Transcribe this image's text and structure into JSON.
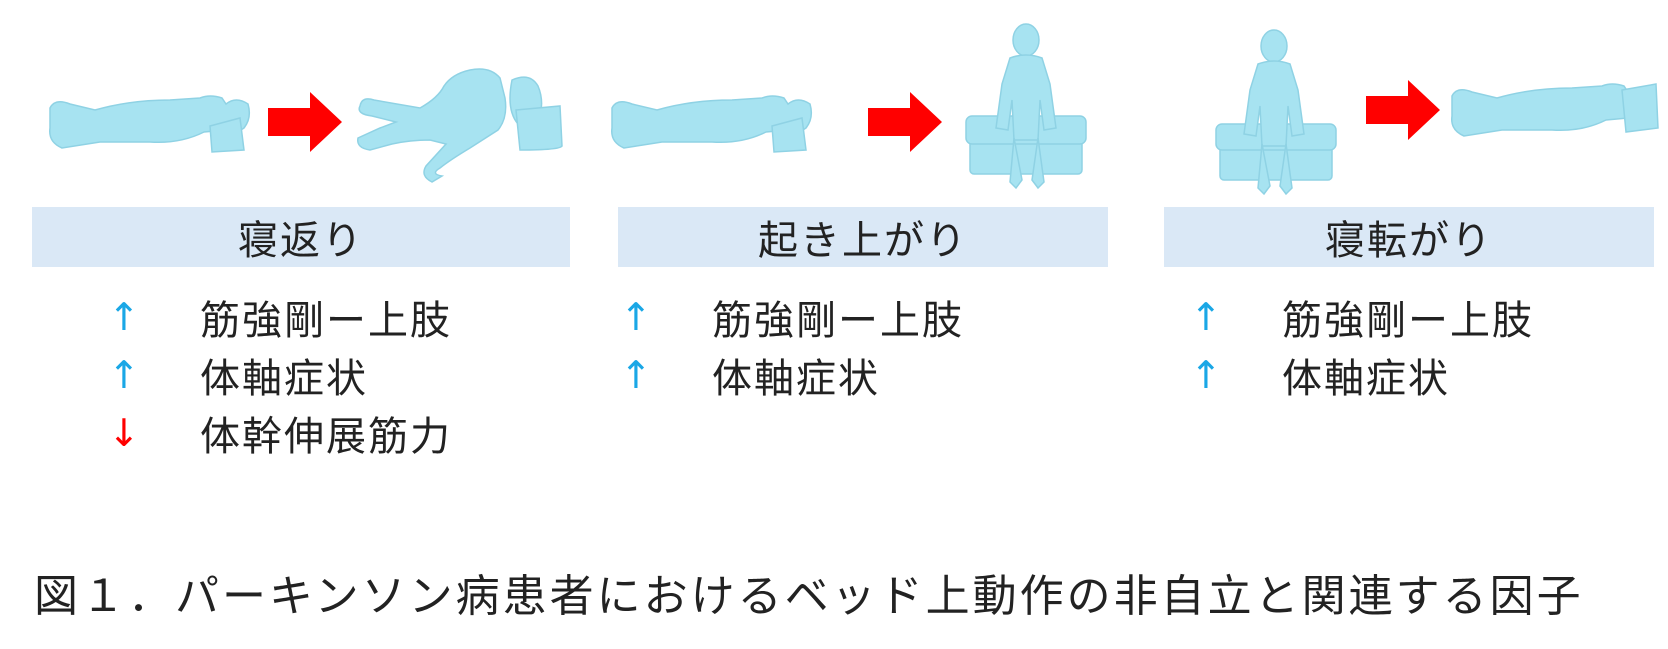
{
  "colors": {
    "body": "#a7e3f1",
    "body_stroke": "#8fd2e4",
    "transition_arrow": "#ff0000",
    "label_bar": "#dae8f6",
    "up": "#1aa7e6",
    "down": "#ff0000"
  },
  "panels": [
    {
      "label": "寝返り",
      "factors": [
        {
          "arrow": "↑",
          "direction": "up",
          "text": "筋強剛ー上肢"
        },
        {
          "arrow": "↑",
          "direction": "up",
          "text": "体軸症状"
        },
        {
          "arrow": "↓",
          "direction": "down",
          "text": "体幹伸展筋力"
        }
      ]
    },
    {
      "label": "起き上がり",
      "factors": [
        {
          "arrow": "↑",
          "direction": "up",
          "text": "筋強剛ー上肢"
        },
        {
          "arrow": "↑",
          "direction": "up",
          "text": "体軸症状"
        }
      ]
    },
    {
      "label": "寝転がり",
      "factors": [
        {
          "arrow": "↑",
          "direction": "up",
          "text": "筋強剛ー上肢"
        },
        {
          "arrow": "↑",
          "direction": "up",
          "text": "体軸症状"
        }
      ]
    }
  ],
  "caption": "図１．パーキンソン病患者におけるベッド上動作の非自立と関連する因子"
}
